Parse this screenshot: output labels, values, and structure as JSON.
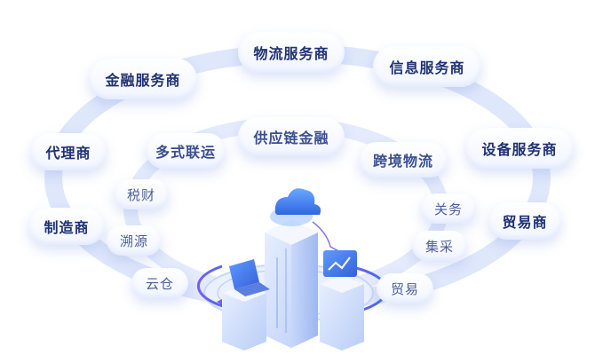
{
  "outer_ring": {
    "logistics": "物流服务商",
    "information": "信息服务商",
    "finance": "金融服务商",
    "equipment": "设备服务商",
    "agent": "代理商",
    "trade": "贸易商",
    "manufacturer": "制造商"
  },
  "inner_ring": {
    "supply_chain_finance": "供应链金融",
    "multimodal": "多式联运",
    "cross_border": "跨境物流",
    "tax": "税财",
    "customs": "关务",
    "traceability": "溯源",
    "procurement": "集采",
    "cloud_warehouse": "云仓",
    "trading": "贸易"
  },
  "colors": {
    "ring": "#dbe4fb",
    "text_dark": "#1f3170",
    "accent_blue": "#3d6fe8",
    "accent_purple": "#7a5cf0"
  }
}
